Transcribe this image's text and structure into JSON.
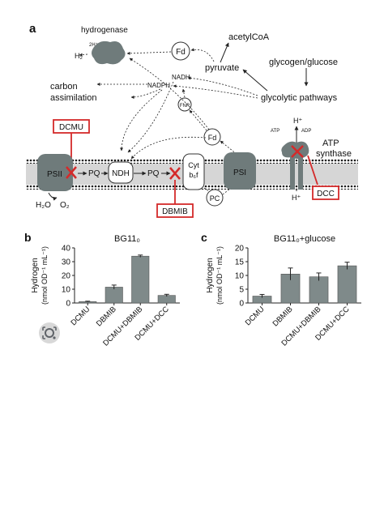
{
  "figure": {
    "panel_a": {
      "letter": "a",
      "labels": {
        "hydrogenase": "hydrogenase",
        "two_h": "2H⁺",
        "h2": "H₂",
        "fd_top": "Fd",
        "acetylcoa": "acetylCoA",
        "pyruvate": "pyruvate",
        "glycogen": "glycogen/glucose",
        "nadh": "NADH",
        "nadph": "NADPH",
        "carbon": "carbon",
        "assimilation": "assimilation",
        "glycolytic": "glycolytic pathways",
        "fnr": "FNR",
        "fd_mid": "Fd",
        "dcmu": "DCMU",
        "atp": "ATP",
        "adp": "ADP",
        "hplus_top": "H⁺",
        "atp_synthase_1": "ATP",
        "atp_synthase_2": "synthase",
        "psii": "PSII",
        "pq1": "PQ",
        "ndh": "NDH",
        "pq2": "PQ",
        "cyt1": "Cyt",
        "cyt2": "b₆f",
        "psi": "PSI",
        "h2o": "H₂O",
        "o2": "O₂",
        "dbmib": "DBMIB",
        "pc": "PC",
        "hplus_bottom": "H⁺",
        "dcc": "DCC"
      }
    },
    "panel_b": {
      "letter": "b"
    },
    "panel_c": {
      "letter": "c"
    }
  },
  "chart_data": [
    {
      "panel": "b",
      "type": "bar",
      "title": "BG11₀",
      "ylabel_line1": "Hydrogen",
      "ylabel_line2": "(nmol OD⁻¹ mL⁻¹)",
      "categories": [
        "DCMU",
        "DBMIB",
        "DCMU+DBMIB",
        "DCMU+DCC"
      ],
      "values": [
        1,
        11.5,
        34,
        5.5
      ],
      "errors": [
        0.3,
        1.5,
        0.8,
        0.8
      ],
      "ylim": [
        0,
        40
      ],
      "yticks": [
        0,
        10,
        20,
        30,
        40
      ],
      "bar_color": "#7f8a8a"
    },
    {
      "panel": "c",
      "type": "bar",
      "title": "BG11₀+glucose",
      "ylabel_line1": "Hydrogen",
      "ylabel_line2": "(nmol OD⁻¹ mL⁻¹)",
      "categories": [
        "DCMU",
        "DBMIB",
        "DCMU+DBMIB",
        "DCMU+DCC"
      ],
      "values": [
        2.5,
        10.5,
        9.5,
        13.5
      ],
      "errors": [
        0.6,
        2.2,
        1.4,
        1.3
      ],
      "ylim": [
        0,
        20
      ],
      "yticks": [
        0,
        5,
        10,
        15,
        20
      ],
      "bar_color": "#7f8a8a"
    }
  ],
  "colors": {
    "inhibitor_red": "#d42a2a",
    "protein_gray": "#6f7b7b",
    "membrane_gray": "#c9c9c9"
  },
  "icons": {
    "lens_button": "google-lens-icon"
  }
}
